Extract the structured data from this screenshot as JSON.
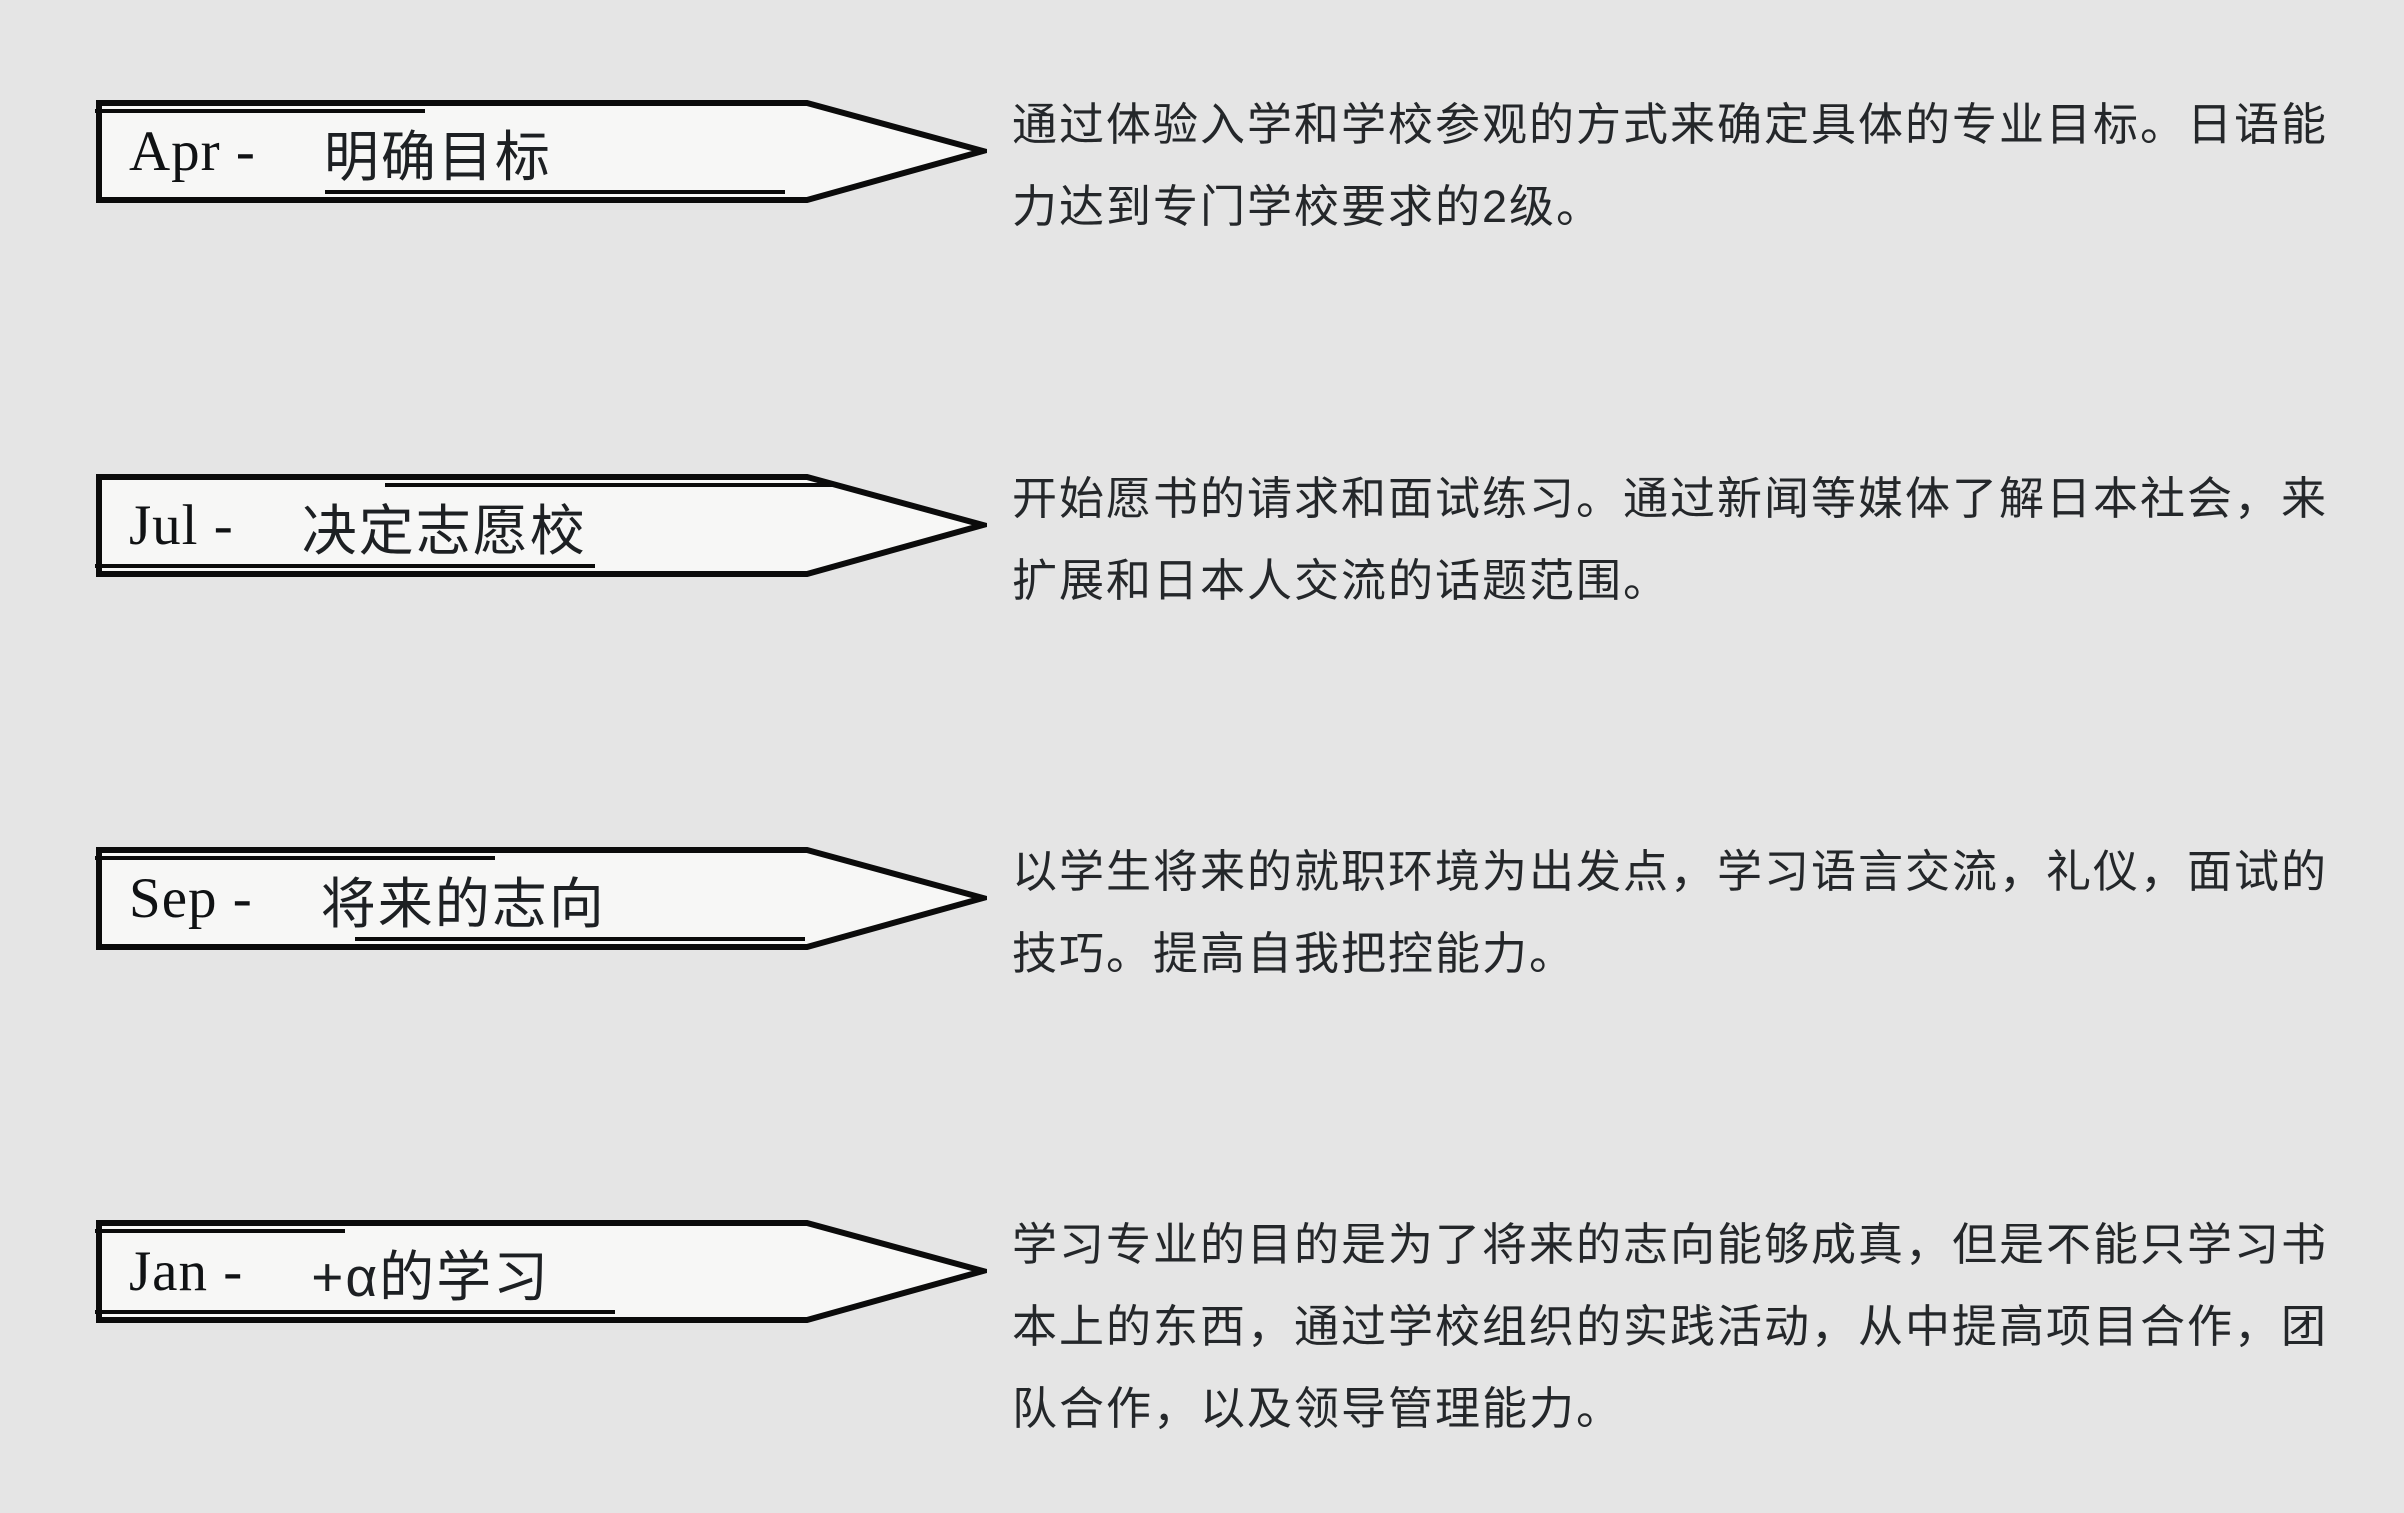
{
  "page": {
    "background_color": "#e5e5e5",
    "arrow_fill_color": "#f7f7f6",
    "arrow_border_color": "#0b0b0b",
    "text_color": "#24272a"
  },
  "milestones": [
    {
      "month": "Apr -",
      "title": "明确目标",
      "description": "通过体验入学和学校参观的方式来确定具体的专业目标。日语能力达到专门学校要求的2级。"
    },
    {
      "month": "Jul -",
      "title": "决定志愿校",
      "description": "开始愿书的请求和面试练习。通过新闻等媒体了解日本社会，来扩展和日本人交流的话题范围。"
    },
    {
      "month": "Sep -",
      "title": "将来的志向",
      "description": "以学生将来的就职环境为出发点，学习语言交流，礼仪，面试的技巧。提高自我把控能力。"
    },
    {
      "month": "Jan -",
      "title": "+α的学习",
      "description": "学习专业的目的是为了将来的志向能够成真，但是不能只学习书本上的东西，通过学校组织的实践活动，从中提高项目合作，团队合作，以及领导管理能力。"
    }
  ]
}
